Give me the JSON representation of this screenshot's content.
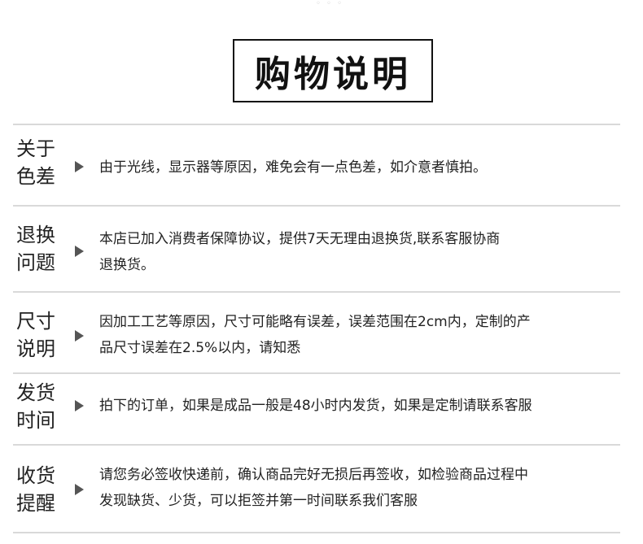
{
  "title": "购物说明",
  "sections": [
    {
      "label_1": "关于",
      "label_2": "色差",
      "lines": [
        "由于光线，显示器等原因，难免会有一点色差，如介意者慎拍。"
      ]
    },
    {
      "label_1": "退换",
      "label_2": "问题",
      "lines": [
        "本店已加入消费者保障协议，提供7天无理由退换货,联系客服协商",
        "退换货。"
      ]
    },
    {
      "label_1": "尺寸",
      "label_2": "说明",
      "lines": [
        "因加工工艺等原因，尺寸可能略有误差，误差范围在2cm内，定制的产",
        "品尺寸误差在2.5%以内，请知悉"
      ]
    },
    {
      "label_1": "发货",
      "label_2": "时间",
      "lines": [
        "拍下的订单，如果是成品一般是48小时内发货，如果是定制请联系客服"
      ]
    },
    {
      "label_1": "收货",
      "label_2": "提醒",
      "lines": [
        "请您务必签收快递前，确认商品完好无损后再签收，如检验商品过程中",
        "发现缺货、少货，可以拒签并第一时间联系我们客服"
      ]
    }
  ]
}
